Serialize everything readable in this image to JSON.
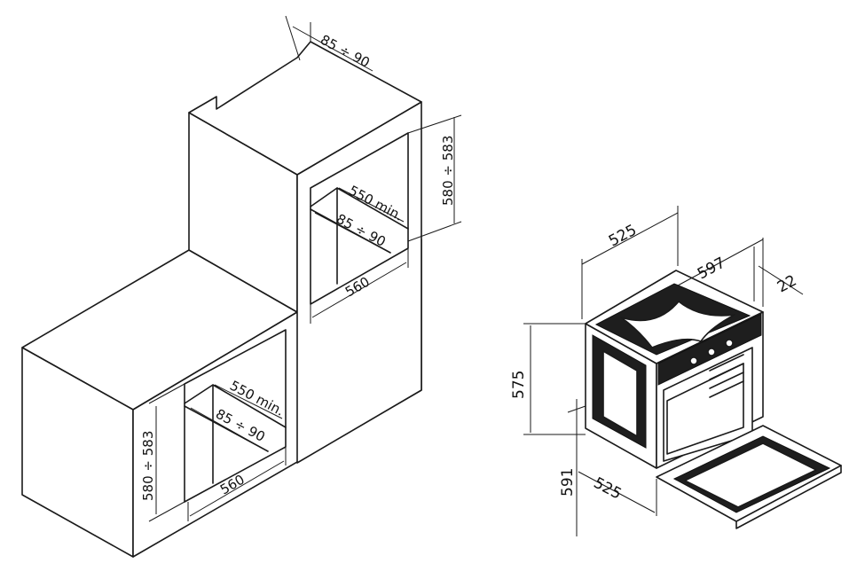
{
  "cabinet": {
    "upper_depth": "85 ÷ 90",
    "upper_height": "580 ÷ 583",
    "upper_min_width": "550  min.",
    "upper_inner_depth": "85 ÷ 90",
    "upper_width": "560",
    "lower_height": "580 ÷ 583",
    "lower_min_width": "550  min.",
    "lower_inner_depth": "85 ÷ 90",
    "lower_width": "560"
  },
  "oven": {
    "depth_top": "525",
    "width": "597",
    "door_thickness": "22",
    "height": "575",
    "total_height": "591",
    "depth_bottom": "525"
  },
  "colors": {
    "line": "#1a1a1a",
    "background": "#ffffff"
  }
}
